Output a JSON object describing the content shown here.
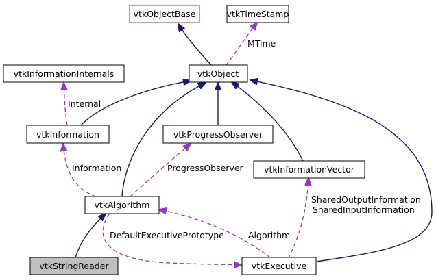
{
  "nodes": {
    "vtkObjectBase": "vtkObjectBase",
    "vtkTimeStamp": "vtkTimeStamp",
    "vtkInformationInternals": "vtkInformationInternals",
    "vtkObject": "vtkObject",
    "vtkInformation": "vtkInformation",
    "vtkProgressObserver": "vtkProgressObserver",
    "vtkInformationVector": "vtkInformationVector",
    "vtkAlgorithm": "vtkAlgorithm",
    "vtkStringReader": "vtkStringReader",
    "vtkExecutive": "vtkExecutive"
  },
  "edge_labels": {
    "mtime": "MTime",
    "internal": "Internal",
    "information": "Information",
    "progress_observer": "ProgressObserver",
    "shared_output": "SharedOutputInformation",
    "shared_input": "SharedInputInformation",
    "default_executive": "DefaultExecutivePrototype",
    "algorithm": "Algorithm"
  },
  "colors": {
    "inheritance": "#191970",
    "usage": "#9a32cd",
    "root_border": "#e02020",
    "focus_fill": "#bfbfbf"
  }
}
